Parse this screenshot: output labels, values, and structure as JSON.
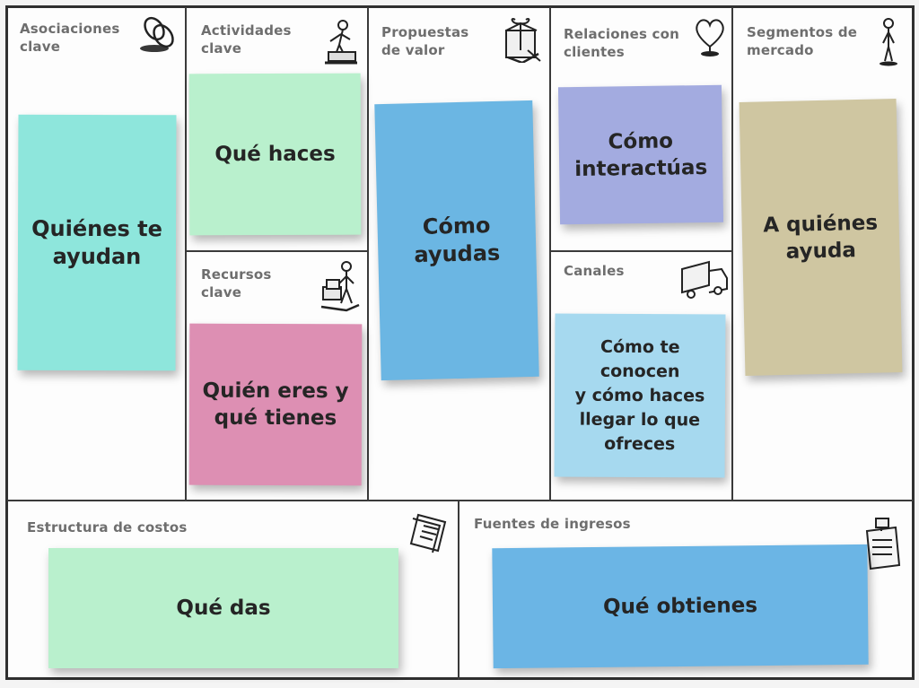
{
  "colors": {
    "border": "#2f2f2f",
    "title_text": "#6e6e6e",
    "note_text": "#252525",
    "teal": "#8ee6dc",
    "mint": "#b9f0cd",
    "pink": "#dd8fb3",
    "blue": "#6bb6e3",
    "periwinkle": "#a3abe0",
    "sky": "#a6d9ef",
    "khaki": "#cfc6a1",
    "bottom_blue": "#6bb5e5"
  },
  "blocks": {
    "key_partners": {
      "title": "Asociaciones\nclave",
      "note": "Quiénes te\nayudan",
      "icon": "chain-links-icon"
    },
    "key_activities": {
      "title": "Actividades\nclave",
      "note": "Qué haces",
      "icon": "person-working-icon"
    },
    "key_resources": {
      "title": "Recursos\nclave",
      "note": "Quién eres y\nqué tienes",
      "icon": "person-with-boxes-icon"
    },
    "value_prop": {
      "title": "Propuestas\nde valor",
      "note": "Cómo\nayudas",
      "icon": "gift-box-icon"
    },
    "relationships": {
      "title": "Relaciones con\nclientes",
      "note": "Cómo\ninteractúas",
      "icon": "heart-icon"
    },
    "channels": {
      "title": "Canales",
      "note": "Cómo te\nconocen\ny cómo haces\nllegar lo que\nofreces",
      "icon": "delivery-truck-icon"
    },
    "segments": {
      "title": "Segmentos de\nmercado",
      "note": "A quiénes\nayuda",
      "icon": "standing-person-icon"
    },
    "cost_structure": {
      "title": "Estructura de costos",
      "note": "Qué das",
      "icon": "bills-icon"
    },
    "revenue": {
      "title": "Fuentes de ingresos",
      "note": "Qué obtienes",
      "icon": "cash-register-icon"
    }
  }
}
